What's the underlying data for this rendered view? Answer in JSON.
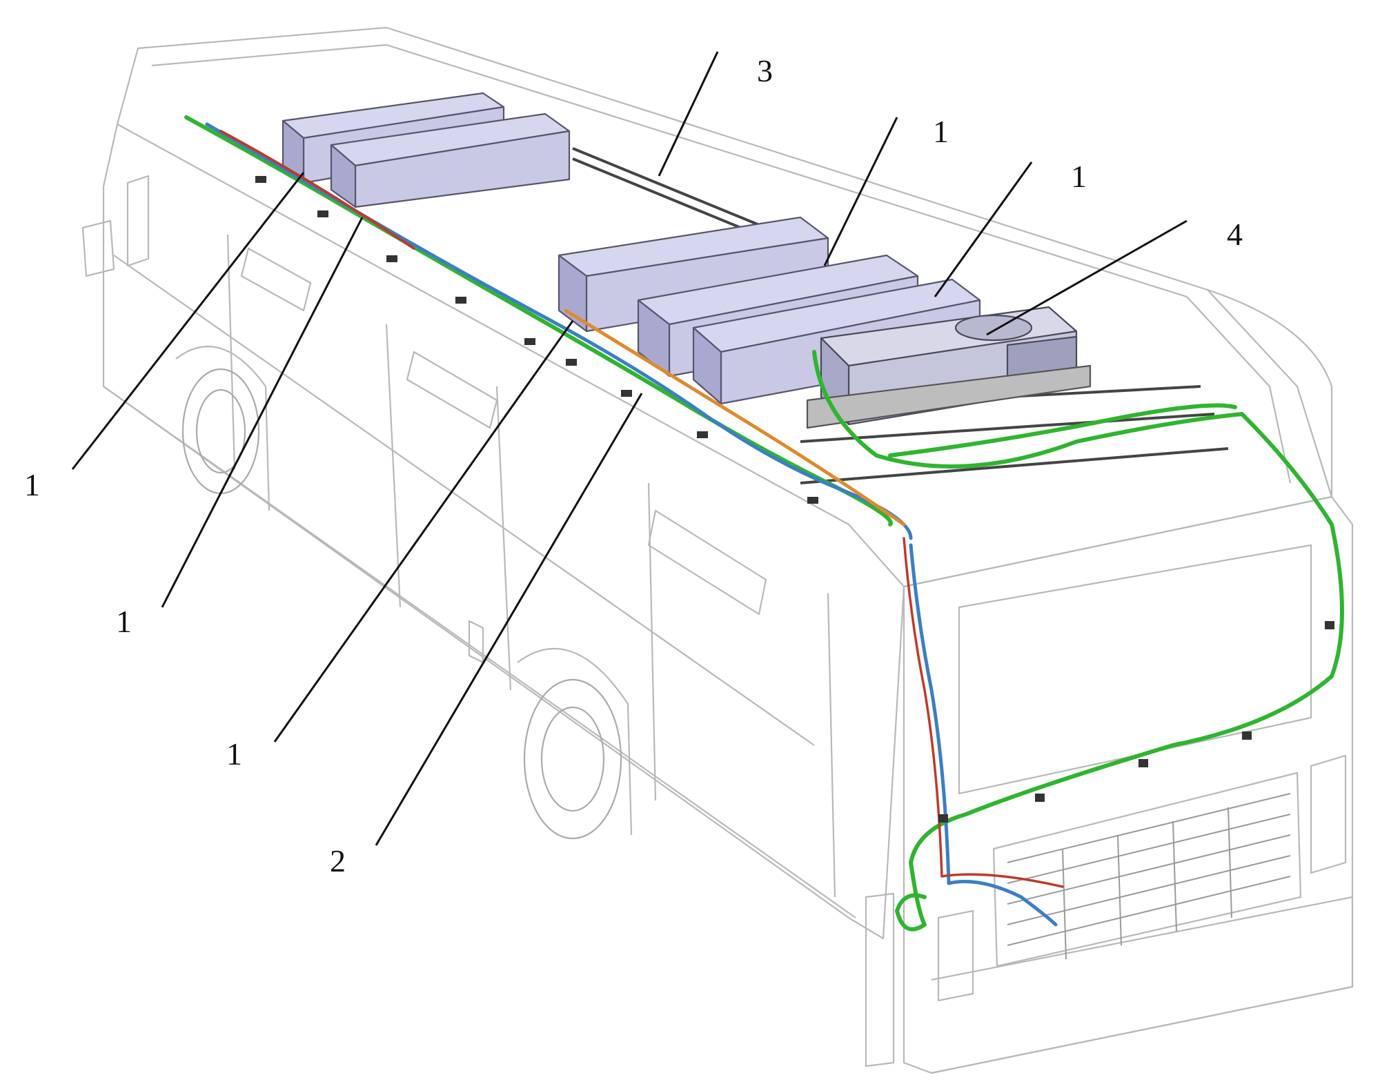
{
  "callouts": [
    {
      "id": "battery-pack-front-left",
      "text": "1"
    },
    {
      "id": "battery-pack-front-right",
      "text": "1"
    },
    {
      "id": "battery-pack-mid-1",
      "text": "1"
    },
    {
      "id": "battery-pack-mid-2",
      "text": "1"
    },
    {
      "id": "battery-pack-mid-3",
      "text": "1"
    },
    {
      "id": "harness",
      "text": "2"
    },
    {
      "id": "roof-rail",
      "text": "3"
    },
    {
      "id": "cooling-unit",
      "text": "4"
    }
  ],
  "colors": {
    "outline": "#b8b8b8",
    "outline_dark": "#6e6e6e",
    "battery_fill": "#c9c9e6",
    "battery_side": "#a9a9d0",
    "battery_stroke": "#55556e",
    "harness_green": "#2fb52f",
    "harness_blue": "#3b7fc4",
    "harness_orange": "#e08a2e",
    "harness_red": "#c0392b",
    "leader": "#111111"
  }
}
